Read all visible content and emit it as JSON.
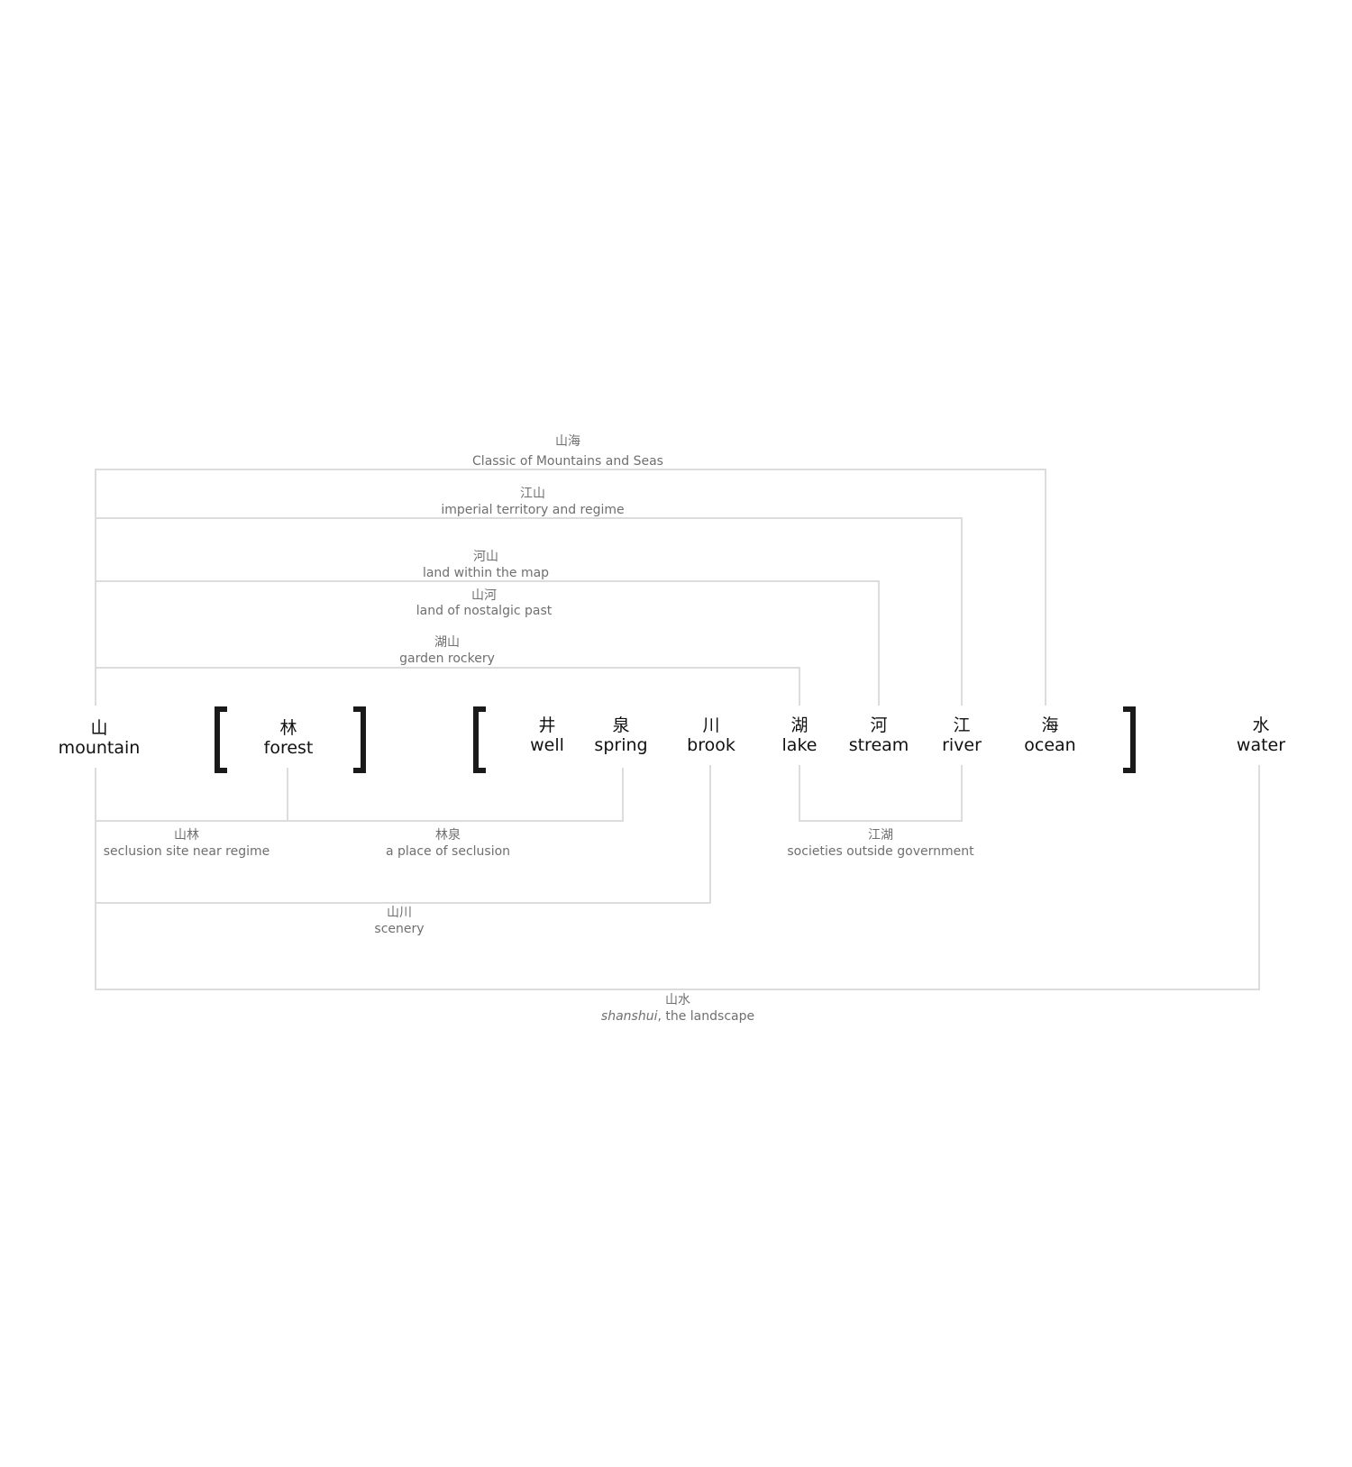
{
  "terms": [
    {
      "id": "mountain",
      "zh": "山",
      "en": "mountain"
    },
    {
      "id": "forest",
      "zh": "林",
      "en": "forest"
    },
    {
      "id": "well",
      "zh": "井",
      "en": "well"
    },
    {
      "id": "spring",
      "zh": "泉",
      "en": "spring"
    },
    {
      "id": "brook",
      "zh": "川",
      "en": "brook"
    },
    {
      "id": "lake",
      "zh": "湖",
      "en": "lake"
    },
    {
      "id": "stream",
      "zh": "河",
      "en": "stream"
    },
    {
      "id": "river",
      "zh": "江",
      "en": "river"
    },
    {
      "id": "ocean",
      "zh": "海",
      "en": "ocean"
    },
    {
      "id": "water",
      "zh": "水",
      "en": "water"
    }
  ],
  "above_connections": [
    {
      "zh": "山海",
      "en": "Classic of Mountains and Seas",
      "links": [
        "mountain",
        "ocean"
      ]
    },
    {
      "zh": "江山",
      "en": "imperial territory and regime",
      "links": [
        "mountain",
        "river"
      ]
    },
    {
      "zh": "河山",
      "en": "land within the map",
      "links": [
        "mountain",
        "stream"
      ]
    },
    {
      "zh": "山河",
      "en": "land of nostalgic past",
      "links": [
        "mountain",
        "stream"
      ]
    },
    {
      "zh": "湖山",
      "en": "garden rockery",
      "links": [
        "mountain",
        "lake"
      ]
    }
  ],
  "below_connections": [
    {
      "zh": "山林",
      "en": "seclusion site near regime",
      "links": [
        "mountain",
        "forest"
      ]
    },
    {
      "zh": "林泉",
      "en": "a place of seclusion",
      "links": [
        "forest",
        "spring"
      ]
    },
    {
      "zh": "江湖",
      "en": "societies outside government",
      "links": [
        "lake",
        "river"
      ]
    },
    {
      "zh": "山川",
      "en": "scenery",
      "links": [
        "mountain",
        "brook"
      ]
    },
    {
      "zh": "山水",
      "en_italic": "shanshui",
      "en": ", the landscape",
      "links": [
        "mountain",
        "water"
      ]
    }
  ],
  "colors": {
    "line": "#dcdcdc",
    "term_text": "#111111",
    "connection_text": "#6f6f6f",
    "bracket": "#1a1a1a"
  }
}
